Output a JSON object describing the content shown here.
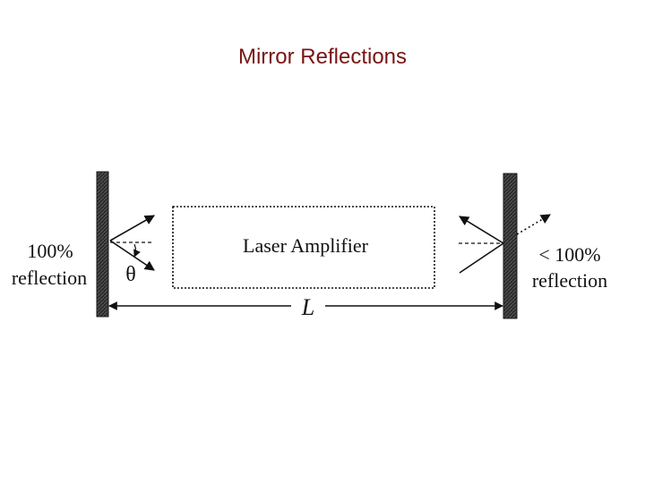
{
  "slide": {
    "title": "Mirror Reflections"
  },
  "diagram": {
    "left_mirror": {
      "reflectivity_text": "100%",
      "reflection_word": "reflection"
    },
    "right_mirror": {
      "reflectivity_text": "< 100%",
      "reflection_word": "reflection"
    },
    "amplifier_label": "Laser Amplifier",
    "angle_symbol": "θ",
    "length_symbol": "L"
  },
  "colors": {
    "title": "#7a1414",
    "ink": "#111111",
    "mirror": "#2a2a2a"
  }
}
